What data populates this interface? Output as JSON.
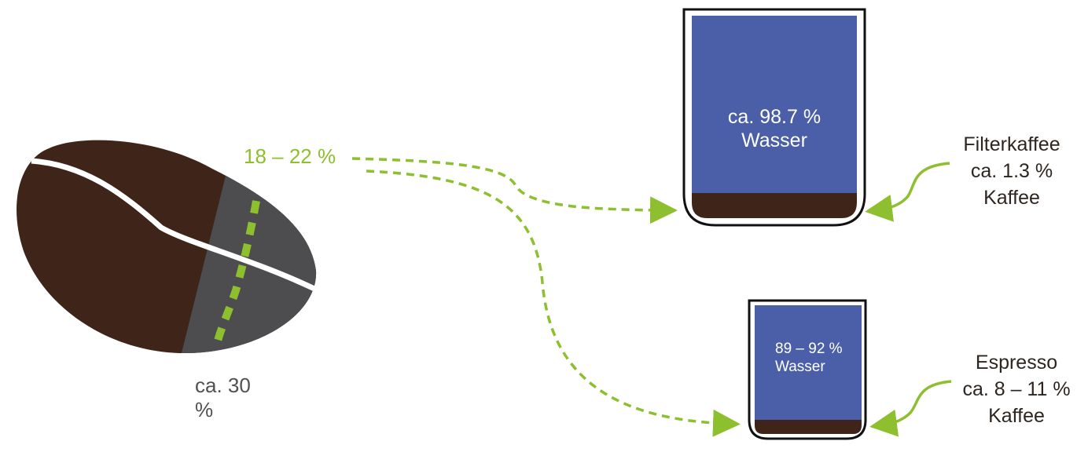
{
  "bean": {
    "oil_label": "18 – 22 %",
    "soluble_label_line1": "ca. 30",
    "soluble_label_line2": "%"
  },
  "filter_cup": {
    "water_line1": "ca. 98.7 %",
    "water_line2": "Wasser",
    "name": "Filterkaffee",
    "coffee_share": "ca. 1.3 %",
    "coffee_word": "Kaffee"
  },
  "espresso_cup": {
    "water_line1": "89 – 92 %",
    "water_line2": "Wasser",
    "name": "Espresso",
    "coffee_share": "ca. 8 – 11 %",
    "coffee_word": "Kaffee"
  },
  "colors": {
    "bean_brown": "#3f2519",
    "bean_gray": "#4d4d4f",
    "accent_green": "#8dbf2e",
    "water_blue": "#4a5fa8",
    "coffee_brown": "#3f2519"
  }
}
